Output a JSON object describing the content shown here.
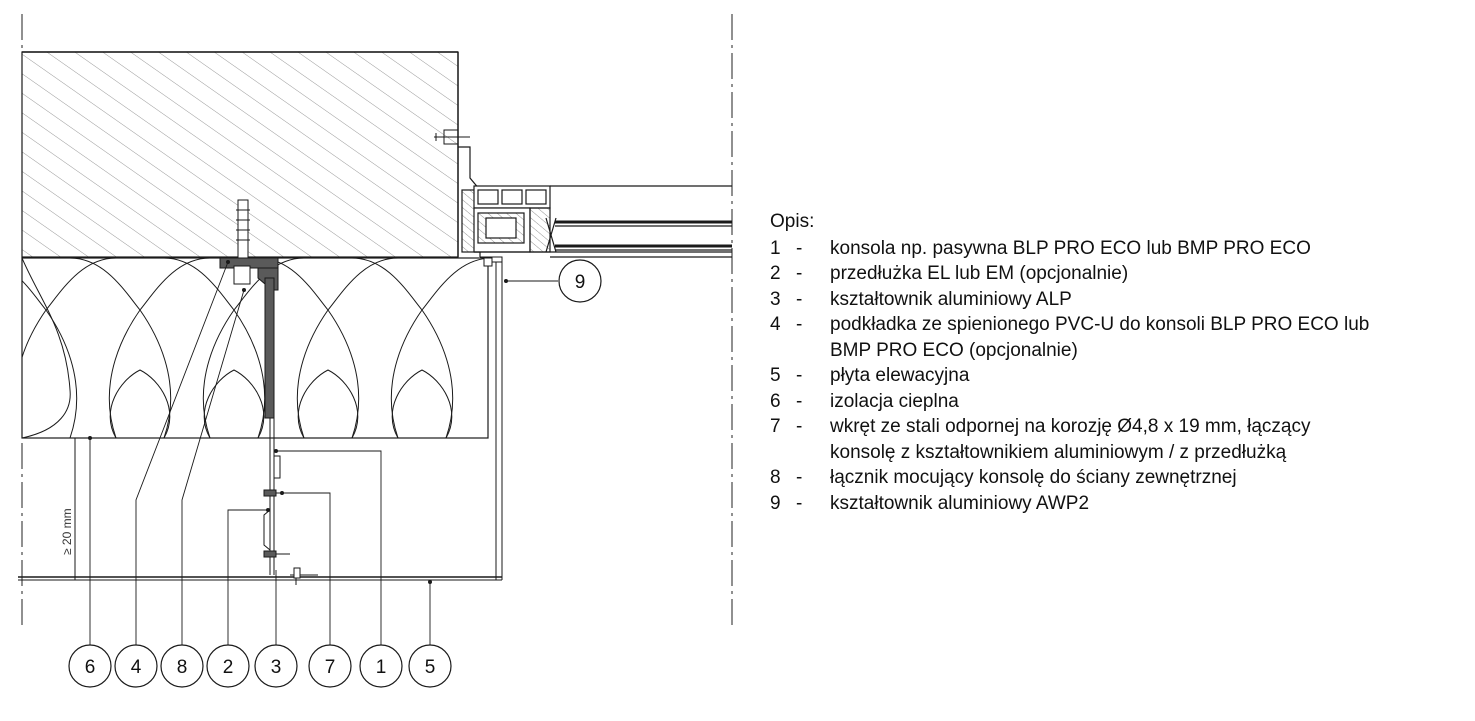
{
  "legend": {
    "title": "Opis:",
    "items": [
      {
        "num": "1",
        "lines": [
          "konsola np. pasywna BLP PRO ECO lub BMP PRO ECO"
        ]
      },
      {
        "num": "2",
        "lines": [
          "przedłużka EL lub EM (opcjonalnie)"
        ]
      },
      {
        "num": "3",
        "lines": [
          "kształtownik aluminiowy ALP"
        ]
      },
      {
        "num": "4",
        "lines": [
          "podkładka ze spienionego PVC-U do konsoli BLP PRO ECO lub",
          "BMP PRO ECO (opcjonalnie)"
        ]
      },
      {
        "num": "5",
        "lines": [
          "płyta elewacyjna"
        ]
      },
      {
        "num": "6",
        "lines": [
          "izolacja cieplna"
        ]
      },
      {
        "num": "7",
        "lines": [
          "wkręt ze stali odpornej na korozję Ø4,8 x 19 mm, łączący",
          "konsolę z kształtownikiem aluminiowym / z przedłużką"
        ]
      },
      {
        "num": "8",
        "lines": [
          "łącznik mocujący konsolę do ściany zewnętrznej"
        ]
      },
      {
        "num": "9",
        "lines": [
          "kształtownik aluminiowy AWP2"
        ]
      }
    ],
    "dash": "-"
  },
  "callouts": {
    "bottom": [
      "6",
      "4",
      "8",
      "2",
      "3",
      "7",
      "1",
      "5"
    ],
    "right": "9"
  },
  "dimension": "≥ 20 mm",
  "colors": {
    "line": "#1a1a1a",
    "hatch": "#9a9a9a",
    "fill_dark": "#5a5a5a"
  }
}
